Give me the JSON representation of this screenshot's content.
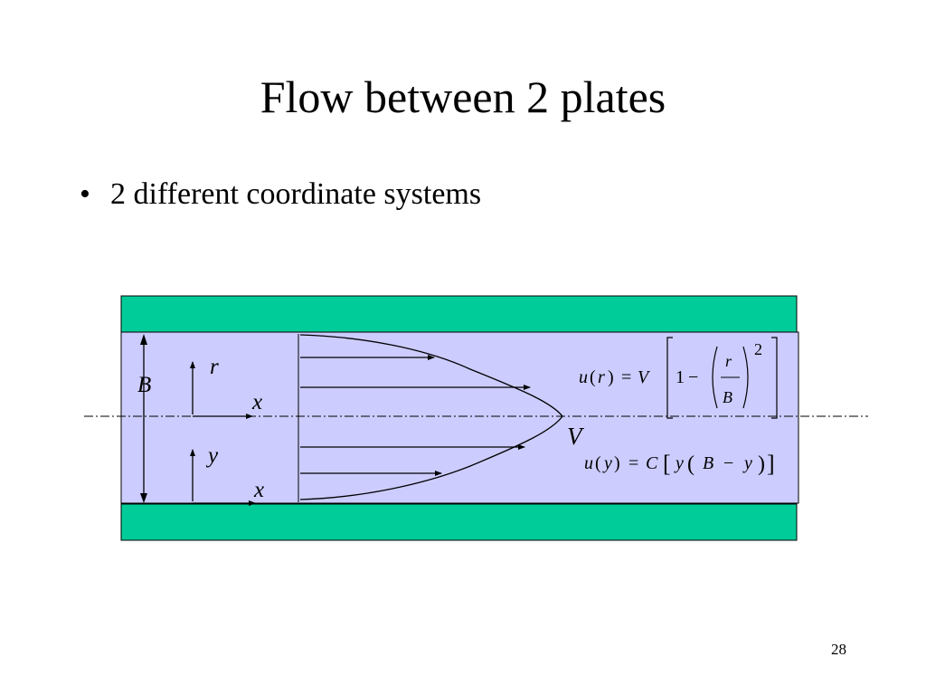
{
  "slide": {
    "title": "Flow between 2 plates",
    "bullet": "2 different coordinate systems",
    "bullet_marker": "•",
    "page_number": "28"
  },
  "colors": {
    "plate": "#00cc99",
    "fluid": "#ccccff",
    "background": "#ffffff",
    "lines": "#000000"
  },
  "diagram": {
    "labels": {
      "gap_height": "B",
      "upper_axis_vertical": "r",
      "upper_axis_horizontal": "x",
      "lower_axis_vertical": "y",
      "lower_axis_horizontal": "x",
      "max_velocity": "V"
    },
    "equation_r": {
      "lhs": "u",
      "var": "r",
      "equals": "=",
      "coef": "V",
      "one": "1",
      "minus": "−",
      "num": "r",
      "den": "B",
      "exponent": "2"
    },
    "equation_y": {
      "lhs": "u",
      "var": "y",
      "equals": "=",
      "coef": "C",
      "inner_y": "y",
      "inner_B": "B",
      "minus": "−",
      "inner_y2": "y"
    }
  }
}
